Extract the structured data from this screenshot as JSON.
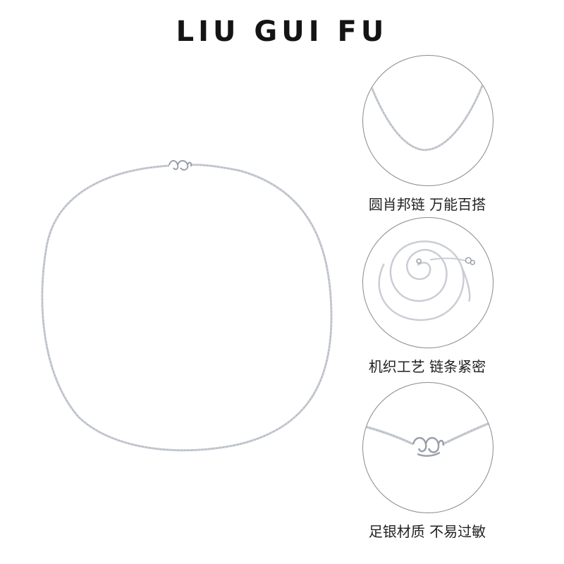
{
  "brand": {
    "name": "LIU GUI FU"
  },
  "features": [
    {
      "caption": "圆肖邦链 万能百搭",
      "icon": "necklace-drape-icon"
    },
    {
      "caption": "机织工艺 链条紧密",
      "icon": "coiled-chain-icon"
    },
    {
      "caption": "足银材质 不易过敏",
      "icon": "clasp-closeup-icon"
    }
  ],
  "colors": {
    "chain": "#c9cdd4",
    "chain_dark": "#9aa0aa",
    "circle_border": "#8a8a8a",
    "text": "#1a1a1a"
  }
}
